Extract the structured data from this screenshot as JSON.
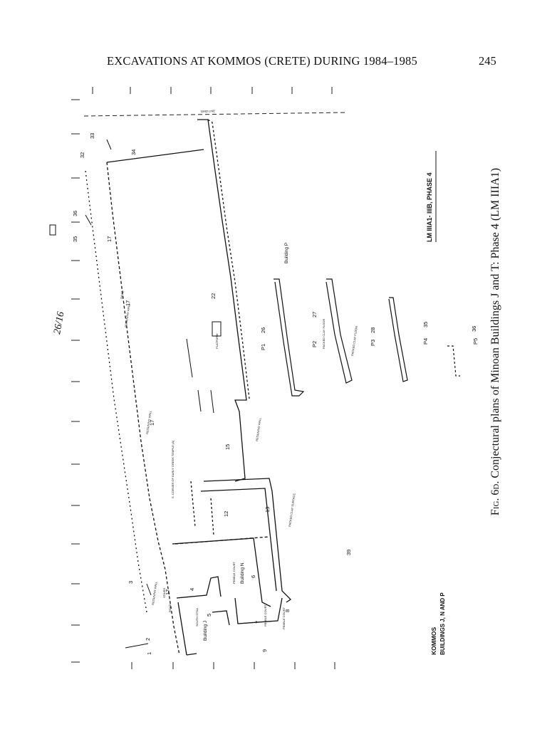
{
  "header": {
    "running_title": "EXCAVATIONS AT KOMMOS (CRETE) DURING 1984–1985",
    "page_number": "245"
  },
  "caption": {
    "fig": "Fig. 6d.",
    "text": "Conjectural plans of Minoan Buildings J and T: Phase 4 (LM IIIA1)"
  },
  "plan": {
    "phase_title": "LM IIIA1- IIIB, PHASE 4",
    "site_title": "KOMMOS",
    "site_subtitle": "BUILDINGS J, N AND P",
    "building_labels": {
      "building_p": "Building P",
      "building_n": "Building N",
      "building_j": "Building J"
    },
    "room_numbers": [
      "1",
      "2",
      "3",
      "4",
      "5",
      "6",
      "7",
      "8",
      "9",
      "12",
      "13",
      "15",
      "17",
      "17",
      "17",
      "17",
      "22",
      "26",
      "27",
      "28",
      "32",
      "33",
      "34",
      "35",
      "35",
      "36",
      "36",
      "39"
    ],
    "pillar_labels": [
      "P1",
      "P2",
      "P3",
      "P4",
      "P5"
    ],
    "annotations": {
      "retaining_wall": "RETAINING WALL",
      "road": "ROAD",
      "packed_clay_floor": "PACKED CLAY FLOOR",
      "packed_clay_surface": "PACKED CLAY SURFACE",
      "pebble_court": "PEBBLE COURT",
      "corner_note": "S. CORNER OF EARLY GREEK TEMPLE (A)",
      "platform": "PLATFORM",
      "stairs": "STAIRS",
      "south_stoa": "SOUTH STOA",
      "grid_line": "GRID LINE",
      "handwritten": "26/16"
    }
  }
}
